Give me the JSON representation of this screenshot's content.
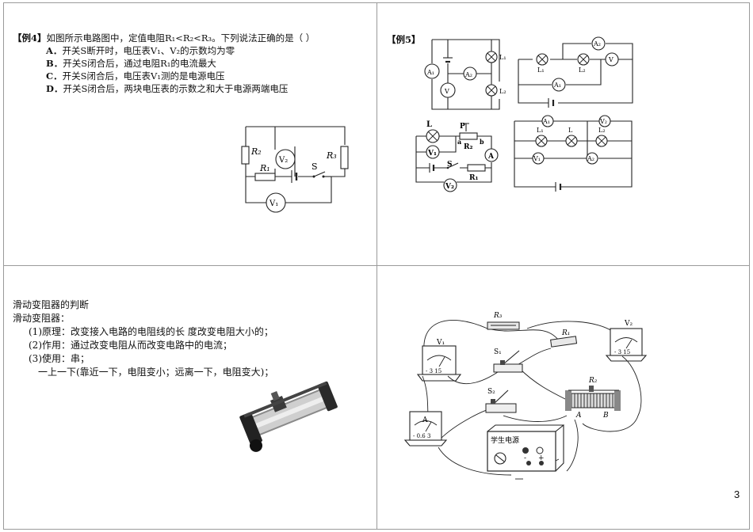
{
  "page_number": "3",
  "ex4": {
    "title": "【例4】",
    "question": "如图所示电路图中，定值电阻R₁<R₂<R₃。下列说法正确的是（ ）",
    "options": [
      {
        "letter": "A．",
        "text": "开关S断开时，电压表V₁、V₂的示数均为零"
      },
      {
        "letter": "B．",
        "text": "开关S闭合后，通过电阻R₁的电流最大"
      },
      {
        "letter": "C．",
        "text": "开关S闭合后，电压表V₁测的是电源电压"
      },
      {
        "letter": "D．",
        "text": "开关S闭合后，两块电压表的示数之和大于电源两端电压"
      }
    ],
    "diagram": {
      "r2": "R₂",
      "r3": "R₃",
      "r1": "R₁",
      "s": "S",
      "v1": "V₁",
      "v2": "V₂"
    }
  },
  "ex5": {
    "title": "【例5】",
    "d1": {
      "a1": "A₁",
      "a2": "A₂",
      "v": "V",
      "l1": "L₁",
      "l2": "L₂"
    },
    "d2": {
      "a2": "A₂",
      "a1": "A₁",
      "v": "V",
      "l1": "L₁",
      "l2": "L₂"
    },
    "d3": {
      "l": "L",
      "p": "P",
      "a": "a",
      "b": "b",
      "r2": "R₂",
      "v1": "V₁",
      "s": "S",
      "r1": "R₁",
      "amm": "A",
      "v2": "V₂"
    },
    "d4": {
      "a1": "A₁",
      "v2": "V₂",
      "l1": "L₁",
      "l": "L",
      "l2": "L₂",
      "v1": "V₁",
      "a2": "A₂"
    }
  },
  "rheostat": {
    "heading": "滑动变阻器的判断",
    "subheading": "滑动变阻器：",
    "lines": [
      "(1)原理：改变接入电路的电阻线的长 度改变电阻大小的；",
      "(2)作用：通过改变电阻从而改变电路中的电流；",
      "(3)使用：串；",
      "一上一下(靠近一下，电阻变小；远离一下，电阻变大)；"
    ]
  },
  "apparatus": {
    "r3": "R₃",
    "v1": "V₁",
    "s1": "S₁",
    "r1": "R₁",
    "v2": "V₂",
    "r2": "R₂",
    "s2": "S₂",
    "a_label": "A",
    "b_label": "B",
    "ammeter": "A",
    "ammeter_scale": "- 0.6 3",
    "v1_scale": "- 3 15",
    "v2_scale": "- 3 15",
    "power_label": "学生电源",
    "minus": "-",
    "plus": "+"
  }
}
